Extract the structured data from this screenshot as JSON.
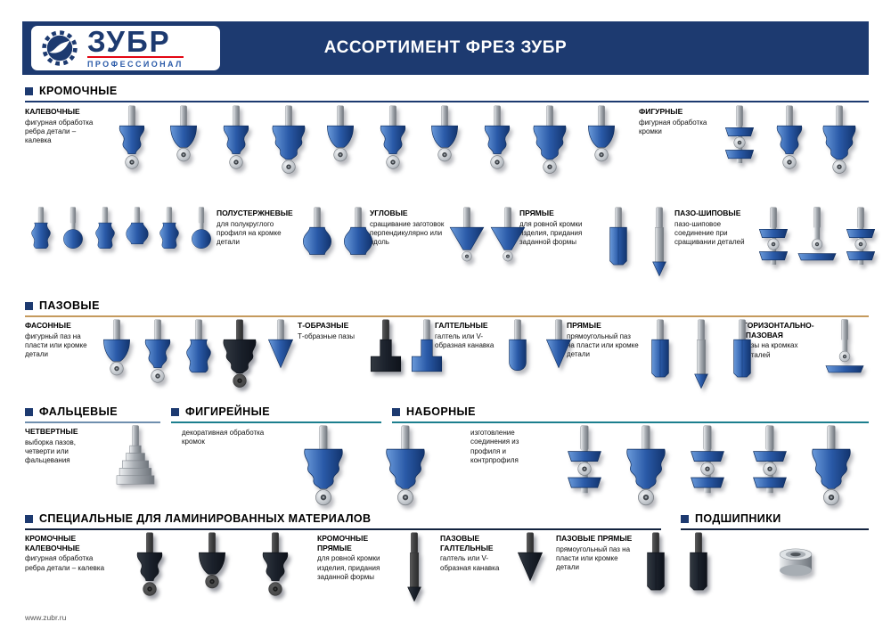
{
  "header": {
    "title": "АССОРТИМЕНТ ФРЕЗ ЗУБР",
    "brand": "ЗУБР",
    "brand_sub": "ПРОФЕССИОНАЛ"
  },
  "colors": {
    "header_bg": "#1d3a70",
    "accent_red": "#e30613",
    "line_kromochnye": "#1d3a70",
    "line_pazovye": "#c59a5d",
    "line_faltsevye": "#6f8fae",
    "line_figireynye": "#1c7f8e",
    "line_nabornye": "#1c7f8e",
    "line_spetsialnye": "#13233f",
    "line_podshipniki": "#13233f",
    "bit_blue": "#2a5aa8"
  },
  "sections": {
    "kromochnye": {
      "title": "КРОМОЧНЫЕ"
    },
    "pazovye": {
      "title": "ПАЗОВЫЕ"
    },
    "faltsevye": {
      "title": "ФАЛЬЦЕВЫЕ"
    },
    "figireynye": {
      "title": "ФИГИРЕЙНЫЕ"
    },
    "nabornye": {
      "title": "НАБОРНЫЕ"
    },
    "spetsialnye": {
      "title": "СПЕЦИАЛЬНЫЕ ДЛЯ ЛАМИНИРОВАННЫХ МАТЕРИАЛОВ"
    },
    "podshipniki": {
      "title": "ПОДШИПНИКИ"
    }
  },
  "groups": {
    "kalevochnye": {
      "title": "КАЛЕВОЧНЫЕ",
      "desc": "фигурная обработка ребра детали – калевка",
      "bits": [
        "ogee",
        "round",
        "ogee",
        "profile",
        "round",
        "ogee",
        "round",
        "ogee",
        "profile",
        "round"
      ]
    },
    "figurnye": {
      "title": "ФИГУРНЫЕ",
      "desc": "фигурная обработка кромки",
      "bits": [
        "stack",
        "ogee",
        "profile"
      ],
      "bits2": [
        "vase",
        "ball",
        "vase",
        "bead",
        "vase",
        "ball"
      ]
    },
    "polusterzhnevye": {
      "title": "ПОЛУСТЕРЖНЕВЫЕ",
      "desc": "для полукруглого профиля на кромке детали",
      "bits": [
        "bead",
        "bead"
      ]
    },
    "uglovye": {
      "title": "УГЛОВЫЕ",
      "desc": "сращивание заготовок перпендикулярно или вдоль",
      "bits": [
        "chamfer",
        "chamfer"
      ]
    },
    "pryamye_krom": {
      "title": "ПРЯМЫЕ",
      "desc": "для ровной кромки изделия, придания заданной формы",
      "bits": [
        "straight",
        "spear"
      ]
    },
    "pazo_shipovye": {
      "title": "ПАЗО-ШИПОВЫЕ",
      "desc": "пазо-шиповое соединение при сращивании деталей",
      "bits": [
        "stack",
        "slot",
        "stack"
      ]
    },
    "fasonnye": {
      "title": "ФАСОННЫЕ",
      "desc": "фигурный паз на пласти или кромке детали",
      "bits": [
        "round",
        "ogee",
        "vase",
        "dark-profile",
        "v"
      ]
    },
    "t_obraznye": {
      "title": "Т-ОБРАЗНЫЕ",
      "desc": "Т-образные пазы",
      "bits": [
        "dark-tbit",
        "tbit"
      ]
    },
    "galtelnye": {
      "title": "ГАЛТЕЛЬНЫЕ",
      "desc": "галтель или V-образная канавка",
      "bits": [
        "roundnose",
        "v"
      ]
    },
    "pryamye_paz": {
      "title": "ПРЯМЫЕ",
      "desc": "прямоугольный паз на пласти или кромке детали",
      "bits": [
        "straight",
        "spear",
        "straight"
      ]
    },
    "gorizontalno_pazovaya": {
      "title": "ГОРИЗОНТАЛЬНО- -ПАЗОВАЯ",
      "desc": "пазы на кромках деталей",
      "bits": [
        "slot"
      ]
    },
    "chetvertnye": {
      "title": "ЧЕТВЕРТНЫЕ",
      "desc": "выборка пазов, четверти или фальцевания",
      "bits": [
        "steps"
      ]
    },
    "figireynye_grp": {
      "desc": "декоративная обработка кромок",
      "bits": [
        "profile",
        "profile"
      ]
    },
    "nabornye_grp": {
      "desc": "изготовление соединения из профиля и контрпрофиля",
      "bits": [
        "stack",
        "profile",
        "stack",
        "stack",
        "profile"
      ]
    },
    "krom_kalevochnye_lam": {
      "title": "КРОМОЧНЫЕ КАЛЕВОЧНЫЕ",
      "desc": "фигурная обработка ребра детали – калевка",
      "bits": [
        "dark-ogee",
        "dark-round",
        "dark-ogee"
      ]
    },
    "krom_pryamye_lam": {
      "title": "КРОМОЧНЫЕ ПРЯМЫЕ",
      "desc": "для ровной кромки изделия, придания заданной формы",
      "bits": [
        "dark-spear"
      ]
    },
    "paz_galtelnye_lam": {
      "title": "ПАЗОВЫЕ ГАЛТЕЛЬНЫЕ",
      "desc": "галтель или V-образная канавка",
      "bits": [
        "dark-v"
      ]
    },
    "paz_pryamye_lam": {
      "title": "ПАЗОВЫЕ ПРЯМЫЕ",
      "desc": "прямоугольный паз на пласти или кромке детали",
      "bits": [
        "dark-straight",
        "dark-straight"
      ]
    },
    "podshipniki_grp": {
      "bits": [
        "bearing"
      ]
    }
  },
  "footer": {
    "url": "www.zubr.ru"
  }
}
